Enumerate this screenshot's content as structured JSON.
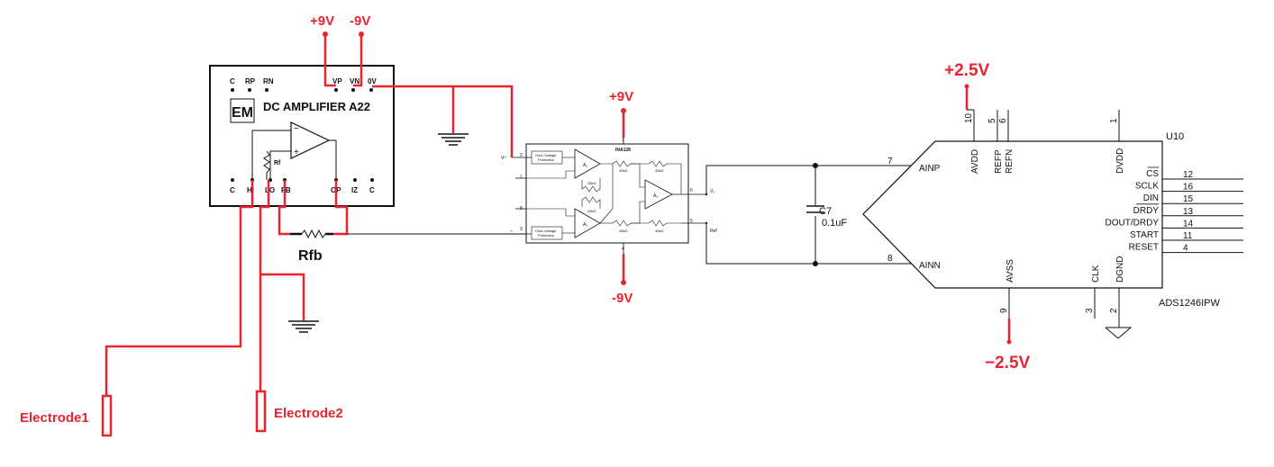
{
  "colors": {
    "wire_red": "#e8252f",
    "wire_black": "#111111"
  },
  "supplies": {
    "pos9_top": "+9V",
    "neg9_top": "-9V",
    "pos9_ina": "+9V",
    "neg9_ina": "-9V",
    "pos25": "+2.5V",
    "neg25": "−2.5V"
  },
  "dc_amp": {
    "title": "DC AMPLIFIER  A22",
    "logo": "EM",
    "top_pins": [
      "C",
      "RP",
      "RN",
      "VP",
      "VN",
      "0V"
    ],
    "bottom_pins": [
      "C",
      "HI",
      "LO",
      "FB",
      "OP",
      "IZ",
      "C"
    ],
    "rf_label": "Rf"
  },
  "rfb_label": "Rfb",
  "electrodes": {
    "e1": "Electrode1",
    "e2": "Electrode2"
  },
  "ina": {
    "name": "INA128",
    "ov1": [
      "Over-Voltage",
      "Protection"
    ],
    "ov2": [
      "Over-Voltage",
      "Protection"
    ],
    "pin2": "2",
    "pin1": "1",
    "pin8": "8",
    "pin3": "3",
    "pin7": "7",
    "pin4": "4",
    "pin6": "6",
    "pin5": "5",
    "vin_plus": "Vᴵ⁺",
    "vin_minus": "–",
    "vo": "Vₒ",
    "ref": "Ref",
    "a1": "A₁",
    "a2": "A₂",
    "a3": "A₃",
    "r1": "40kΩ",
    "r2": "40kΩ",
    "r3": "40kΩ",
    "r4": "40kΩ",
    "r5": "25kΩ",
    "r6": "25kΩ"
  },
  "cap": {
    "ref": "C7",
    "value": "0.1uF"
  },
  "adc": {
    "ref": "U10",
    "part": "ADS1246IPW",
    "pins_top": [
      {
        "num": "10",
        "name": "AVDD"
      },
      {
        "num": "5",
        "name": "REFP"
      },
      {
        "num": "6",
        "name": "REFN"
      },
      {
        "num": "1",
        "name": "DVDD"
      }
    ],
    "pins_bottom": [
      {
        "num": "9",
        "name": "AVSS"
      },
      {
        "num": "3",
        "name": "CLK"
      },
      {
        "num": "2",
        "name": "DGND"
      }
    ],
    "inputs": [
      {
        "num": "7",
        "name": "AINP"
      },
      {
        "num": "8",
        "name": "AINN"
      }
    ],
    "right_pins": [
      {
        "num": "12",
        "name": "CS"
      },
      {
        "num": "16",
        "name": "SCLK"
      },
      {
        "num": "15",
        "name": "DIN"
      },
      {
        "num": "13",
        "name": "DRDY"
      },
      {
        "num": "14",
        "name": "DOUT/DRDY"
      },
      {
        "num": "11",
        "name": "START"
      },
      {
        "num": "4",
        "name": "RESET"
      }
    ]
  }
}
